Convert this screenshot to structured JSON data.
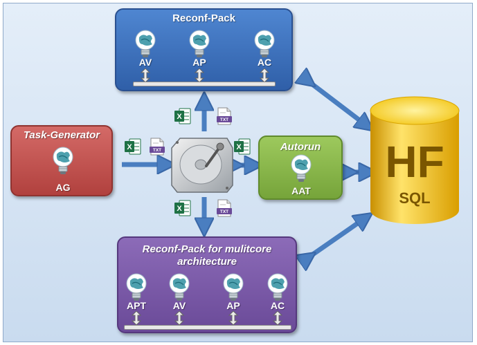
{
  "boxes": {
    "reconf_pack": {
      "title": "Reconf-Pack",
      "modules": [
        "AV",
        "AP",
        "AC"
      ]
    },
    "task_generator": {
      "title": "Task-Generator",
      "modules": [
        "AG"
      ]
    },
    "autorun": {
      "title": "Autorun",
      "modules": [
        "AAT"
      ]
    },
    "reconf_multicore": {
      "title_line1": "Reconf-Pack for mulitcore",
      "title_line2": "architecture",
      "modules": [
        "APT",
        "AV",
        "AP",
        "AC"
      ]
    }
  },
  "database": {
    "logo": "HF",
    "label": "SQL"
  },
  "file_icons": {
    "excel": "X",
    "txt": "TXT"
  },
  "colors": {
    "reconf_pack": "#3a6fbf",
    "task_generator": "#c0504d",
    "autorun": "#8ab94c",
    "reconf_multicore": "#7a58a8",
    "arrow": "#4a7ec0",
    "database": "#f5c518"
  },
  "icons": [
    "lightbulb-brain-icon",
    "hard-drive-icon",
    "excel-file-icon",
    "txt-file-icon",
    "database-cylinder-icon",
    "updown-arrow-icon"
  ]
}
